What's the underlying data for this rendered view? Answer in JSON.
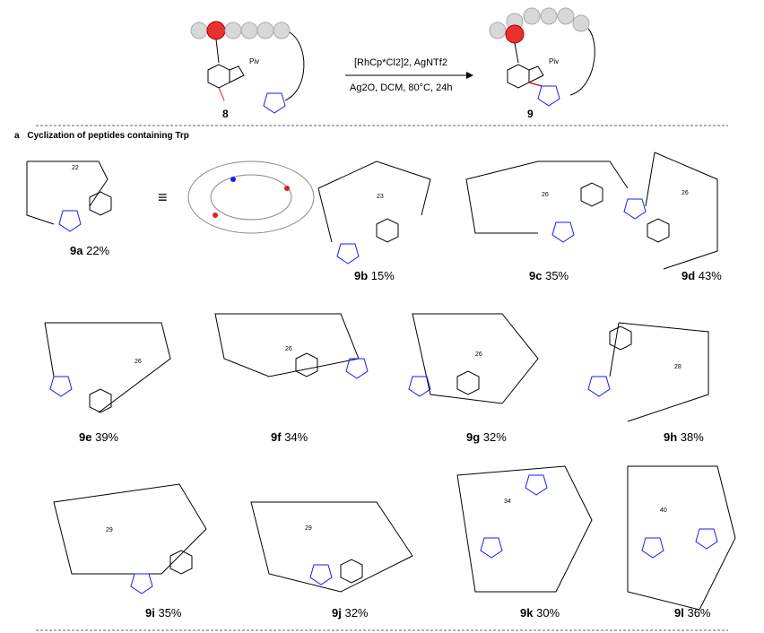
{
  "scheme": {
    "start_label": "8",
    "product_label": "9",
    "reagents_line1": "[RhCp*Cl2]2,  AgNTf2",
    "reagents_line2": "Ag2O, DCM, 80°C, 24h",
    "piv": "Piv",
    "colors": {
      "red": "#e02020",
      "blue": "#1a1aff",
      "bead": "#d8d8d8",
      "bead_red": "#e83030"
    }
  },
  "section": {
    "letter": "a",
    "title": "Cyclization of peptides containing Trp"
  },
  "compounds": [
    {
      "id": "9a",
      "yield": "22%",
      "ring": "22"
    },
    {
      "id": "9b",
      "yield": "15%",
      "ring": "23"
    },
    {
      "id": "9c",
      "yield": "35%",
      "ring": "26"
    },
    {
      "id": "9d",
      "yield": "43%",
      "ring": "26"
    },
    {
      "id": "9e",
      "yield": "39%",
      "ring": "26"
    },
    {
      "id": "9f",
      "yield": "34%",
      "ring": "26"
    },
    {
      "id": "9g",
      "yield": "32%",
      "ring": "26"
    },
    {
      "id": "9h",
      "yield": "38%",
      "ring": "28"
    },
    {
      "id": "9i",
      "yield": "35%",
      "ring": "29"
    },
    {
      "id": "9j",
      "yield": "32%",
      "ring": "29"
    },
    {
      "id": "9k",
      "yield": "30%",
      "ring": "34"
    },
    {
      "id": "9l",
      "yield": "36%",
      "ring": "40"
    }
  ]
}
